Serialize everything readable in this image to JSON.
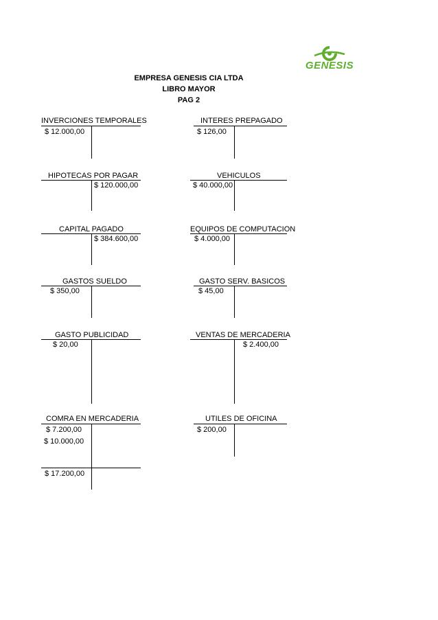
{
  "header": {
    "company": "EMPRESA GENESIS CIA LTDA",
    "book": "LIBRO MAYOR",
    "page": "PAG 2"
  },
  "logo": {
    "text": "GENESIS",
    "color": "#5fae2e"
  },
  "accounts": [
    {
      "title": "INVERCIONES TEMPORALES",
      "debits": [
        "$ 12.000,00"
      ],
      "credits": []
    },
    {
      "title": "INTERES PREPAGADO",
      "debits": [
        "$ 126,00"
      ],
      "credits": []
    },
    {
      "title": "HIPOTECAS POR PAGAR",
      "debits": [],
      "credits": [
        "$ 120.000,00"
      ]
    },
    {
      "title": "VEHICULOS",
      "debits": [
        "$ 40.000,00"
      ],
      "credits": []
    },
    {
      "title": "CAPITAL PAGADO",
      "debits": [],
      "credits": [
        "$ 384.600,00"
      ]
    },
    {
      "title": "EQUIPOS DE COMPUTACION",
      "debits": [
        "$ 4.000,00"
      ],
      "credits": []
    },
    {
      "title": "GASTOS SUELDO",
      "debits": [
        "$ 350,00"
      ],
      "credits": []
    },
    {
      "title": "GASTO SERV. BASICOS",
      "debits": [
        "$ 45,00"
      ],
      "credits": []
    },
    {
      "title": "GASTO PUBLICIDAD",
      "debits": [
        "$ 20,00"
      ],
      "credits": []
    },
    {
      "title": "VENTAS DE MERCADERIA",
      "debits": [],
      "credits": [
        "$ 2.400,00"
      ]
    },
    {
      "title": "COMRA EN MERCADERIA",
      "debits": [
        "$ 7.200,00",
        "$ 10.000,00"
      ],
      "credits": [],
      "total": "$ 17.200,00"
    },
    {
      "title": "UTILES DE OFICINA",
      "debits": [
        "$ 200,00"
      ],
      "credits": []
    }
  ]
}
